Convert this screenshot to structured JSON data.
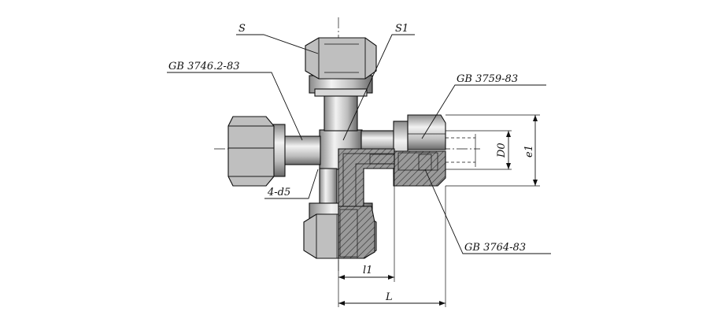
{
  "labels": {
    "s": "S",
    "s1": "S1",
    "gb_nut_left": "GB 3746.2-83",
    "gb_nut_right": "GB 3759-83",
    "gb_seal": "GB 3764-83",
    "holes": "4-d5",
    "d0": "D0",
    "e1": "e1",
    "l1": "l1",
    "l": "L"
  },
  "colors": {
    "line": "#111111",
    "hex_light": "#eeeeee",
    "hex_mid": "#b5b5b5",
    "hex_dark": "#6e6e6e",
    "body": "#cfcfcf",
    "hatch": "#444444"
  }
}
